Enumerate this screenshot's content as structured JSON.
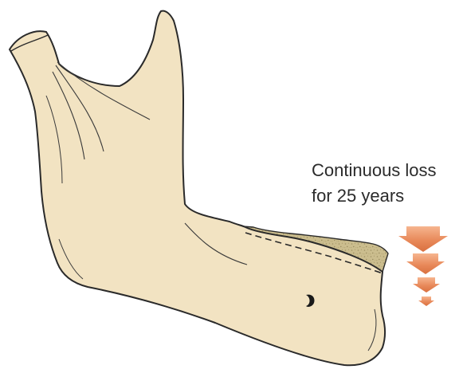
{
  "caption": {
    "line1": "Continuous loss",
    "line2": "for 25 years"
  },
  "colors": {
    "bone_fill": "#f2e3c2",
    "bone_outline": "#2a2a2a",
    "lost_bone_fill": "#c9bb8c",
    "arrow_fill": "#e8895a",
    "arrow_highlight": "#f6b58f"
  },
  "icons": {
    "arrows": "down-arrow-icon",
    "foramen": "mental-foramen-mark"
  }
}
